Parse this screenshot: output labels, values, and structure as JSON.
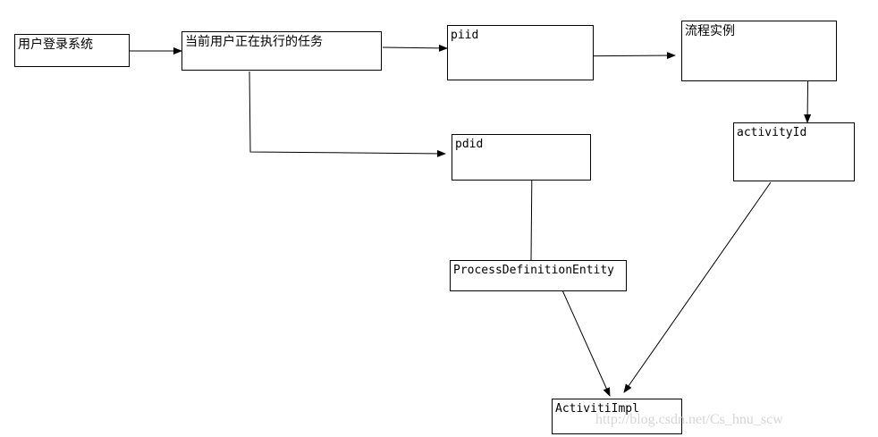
{
  "diagram": {
    "nodes": {
      "user_login": "用户登录系统",
      "current_task": "当前用户正在执行的任务",
      "piid": "piid",
      "process_instance": "流程实例",
      "pdid": "pdid",
      "activity_id": "activityId",
      "process_definition_entity": "ProcessDefinitionEntity",
      "activiti_impl": "ActivitiImpl"
    },
    "edges": [
      {
        "from": "user_login",
        "to": "current_task"
      },
      {
        "from": "current_task",
        "to": "piid"
      },
      {
        "from": "piid",
        "to": "process_instance"
      },
      {
        "from": "current_task",
        "to": "pdid"
      },
      {
        "from": "process_instance",
        "to": "activity_id"
      },
      {
        "from": "pdid",
        "to": "process_definition_entity"
      },
      {
        "from": "process_definition_entity",
        "to": "activiti_impl"
      },
      {
        "from": "activity_id",
        "to": "activiti_impl"
      }
    ]
  },
  "watermark": "http://blog.csdn.net/Cs_hnu_scw"
}
